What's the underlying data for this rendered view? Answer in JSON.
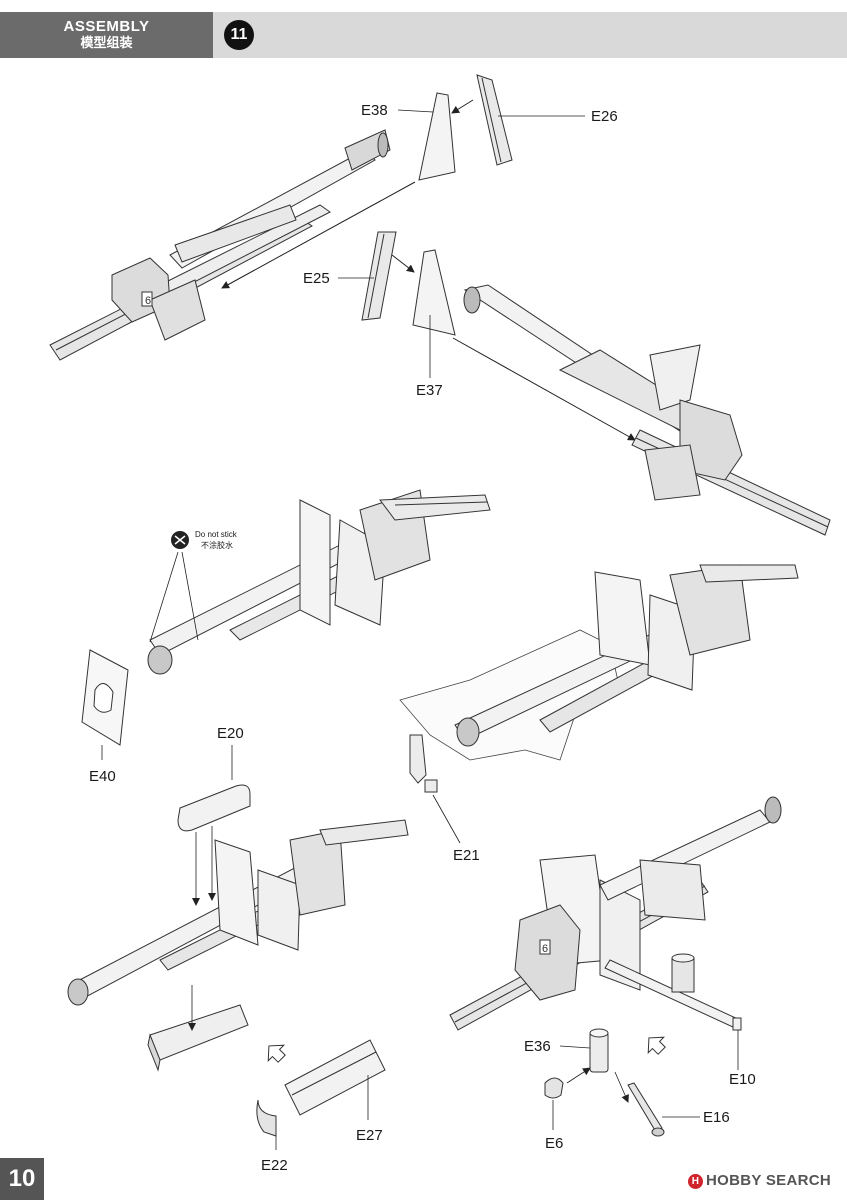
{
  "header": {
    "title_en": "ASSEMBLY",
    "title_cn": "模型组装",
    "step_number": "11"
  },
  "labels": {
    "E38": "E38",
    "E26": "E26",
    "E25": "E25",
    "E37": "E37",
    "E40": "E40",
    "E20": "E20",
    "E21": "E21",
    "E36": "E36",
    "E10": "E10",
    "E16": "E16",
    "E6": "E6",
    "E27": "E27",
    "E22": "E22"
  },
  "note": {
    "en": "Do not stick",
    "cn": "不涂胶水"
  },
  "gun_shield_marking": "6",
  "page_number": "10",
  "watermark": {
    "mark": "H",
    "text": "HOBBY SEARCH"
  }
}
